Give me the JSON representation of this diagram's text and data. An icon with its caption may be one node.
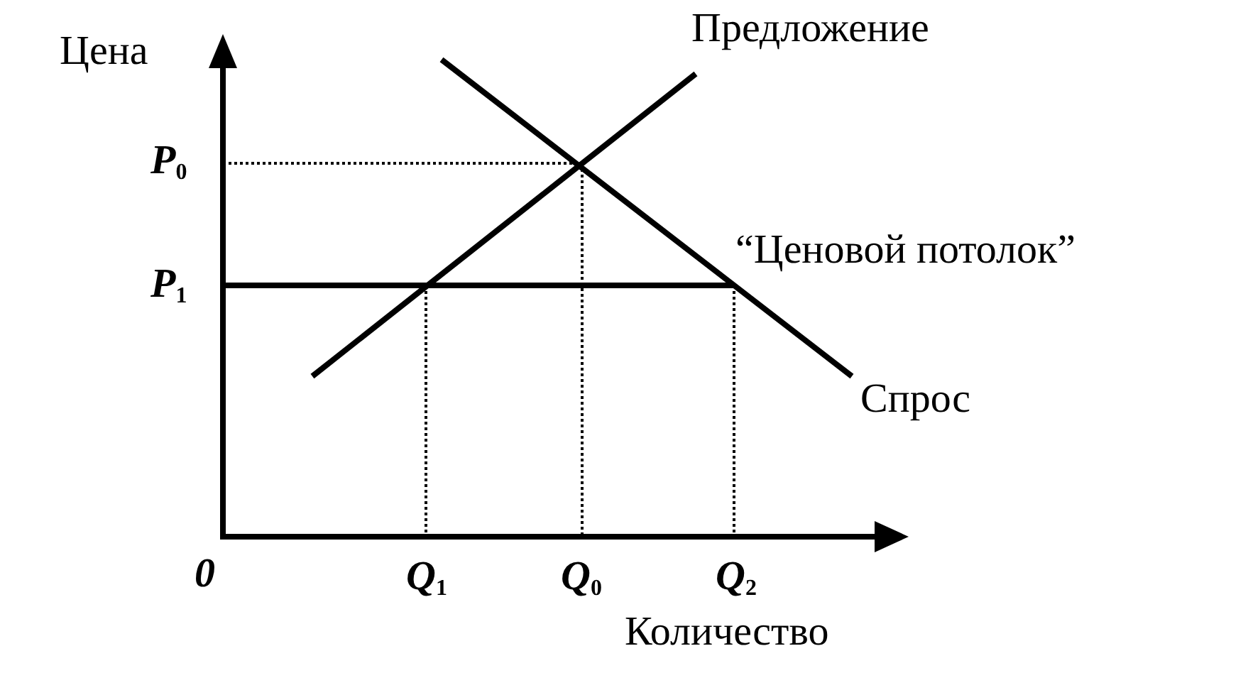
{
  "diagram": {
    "labels": [
      "Цена",
      "Предложение",
      "P$_{0}$",
      "P$_{1}$",
      "“Ценовой потолок”",
      "Спрос",
      "0",
      "Q$_{1}$",
      "Q$_{0}$",
      "Q$_{2}$",
      "Количество"
    ]
  }
}
